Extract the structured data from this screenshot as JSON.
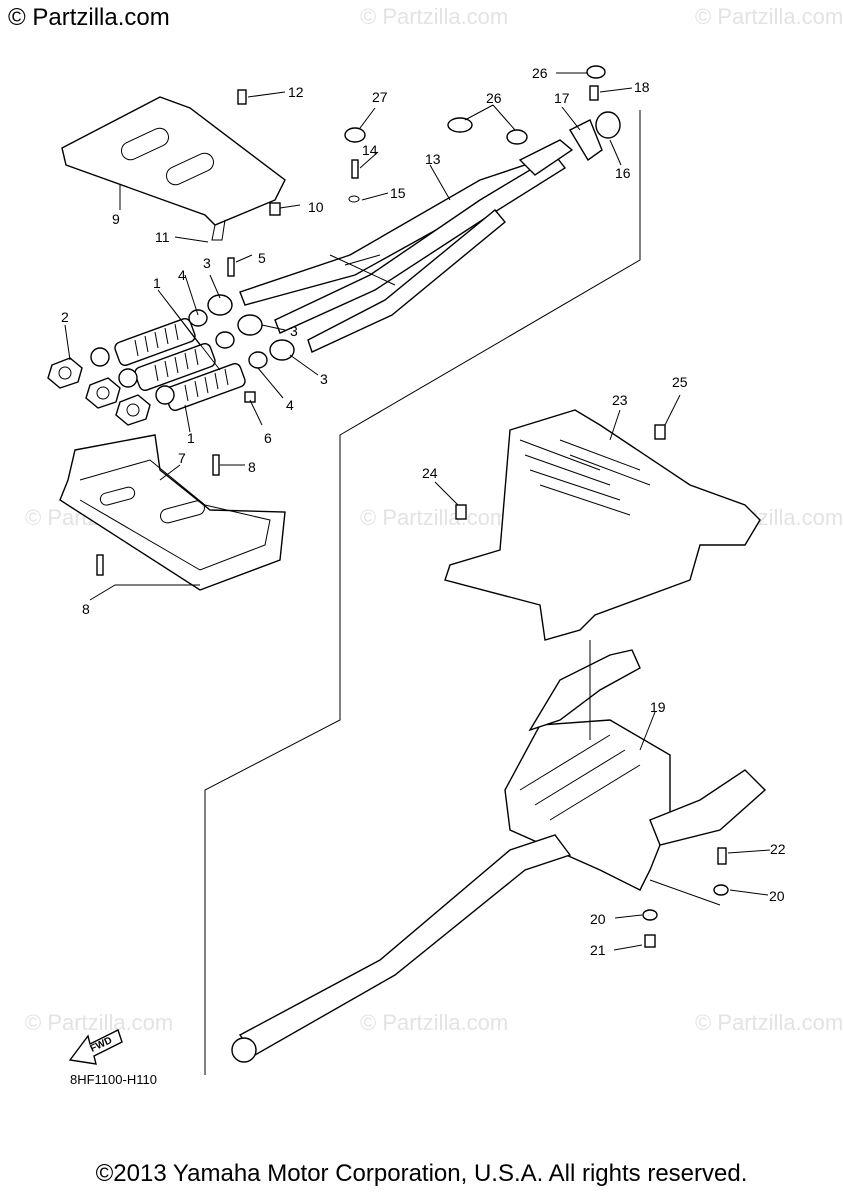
{
  "watermark": {
    "brand": "© Partzilla.com",
    "repeat": "© Partzilla.com"
  },
  "diagram": {
    "code": "8HF1100-H110",
    "fwd_label": "FWD",
    "callouts": [
      "1",
      "1",
      "2",
      "3",
      "3",
      "3",
      "4",
      "4",
      "5",
      "6",
      "7",
      "8",
      "8",
      "9",
      "10",
      "11",
      "12",
      "13",
      "14",
      "15",
      "16",
      "17",
      "18",
      "19",
      "20",
      "20",
      "21",
      "22",
      "23",
      "24",
      "25",
      "26",
      "26",
      "27"
    ]
  },
  "footer": {
    "copyright": "©2013 Yamaha Motor Corporation, U.S.A. All rights reserved."
  }
}
